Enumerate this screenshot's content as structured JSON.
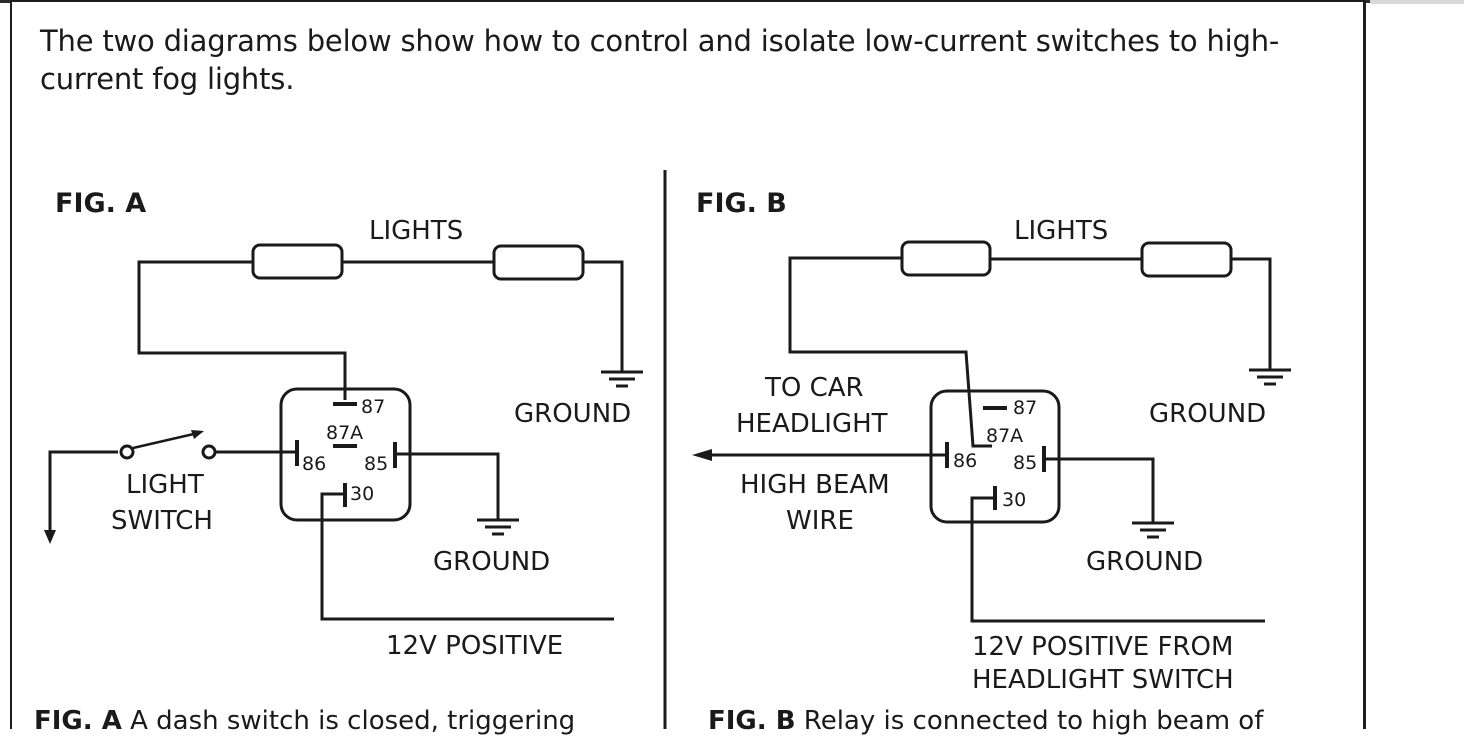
{
  "intro_text": "The two diagrams below show how to control and isolate low-current switches to high-current fog lights.",
  "figure_a": {
    "title": "FIG. A",
    "lights_label": "LIGHTS",
    "ground_top_label": "GROUND",
    "ground_bottom_label": "GROUND",
    "switch_label_line1": "LIGHT",
    "switch_label_line2": "SWITCH",
    "positive_label": "12V POSITIVE",
    "relay_pins": {
      "p87": "87",
      "p87a": "87A",
      "p86": "86",
      "p85": "85",
      "p30": "30"
    },
    "caption_bold": "FIG. A",
    "caption_text": "A dash switch is closed, triggering"
  },
  "figure_b": {
    "title": "FIG. B",
    "lights_label": "LIGHTS",
    "ground_top_label": "GROUND",
    "ground_bottom_label": "GROUND",
    "headlight_label_line1": "TO CAR",
    "headlight_label_line2": "HEADLIGHT",
    "highbeam_label_line1": "HIGH BEAM",
    "highbeam_label_line2": "WIRE",
    "positive_label_line1": "12V POSITIVE FROM",
    "positive_label_line2": "HEADLIGHT SWITCH",
    "relay_pins": {
      "p87": "87",
      "p87a": "87A",
      "p86": "86",
      "p85": "85",
      "p30": "30"
    },
    "caption_bold": "FIG. B",
    "caption_text": "Relay is connected to high beam of"
  }
}
